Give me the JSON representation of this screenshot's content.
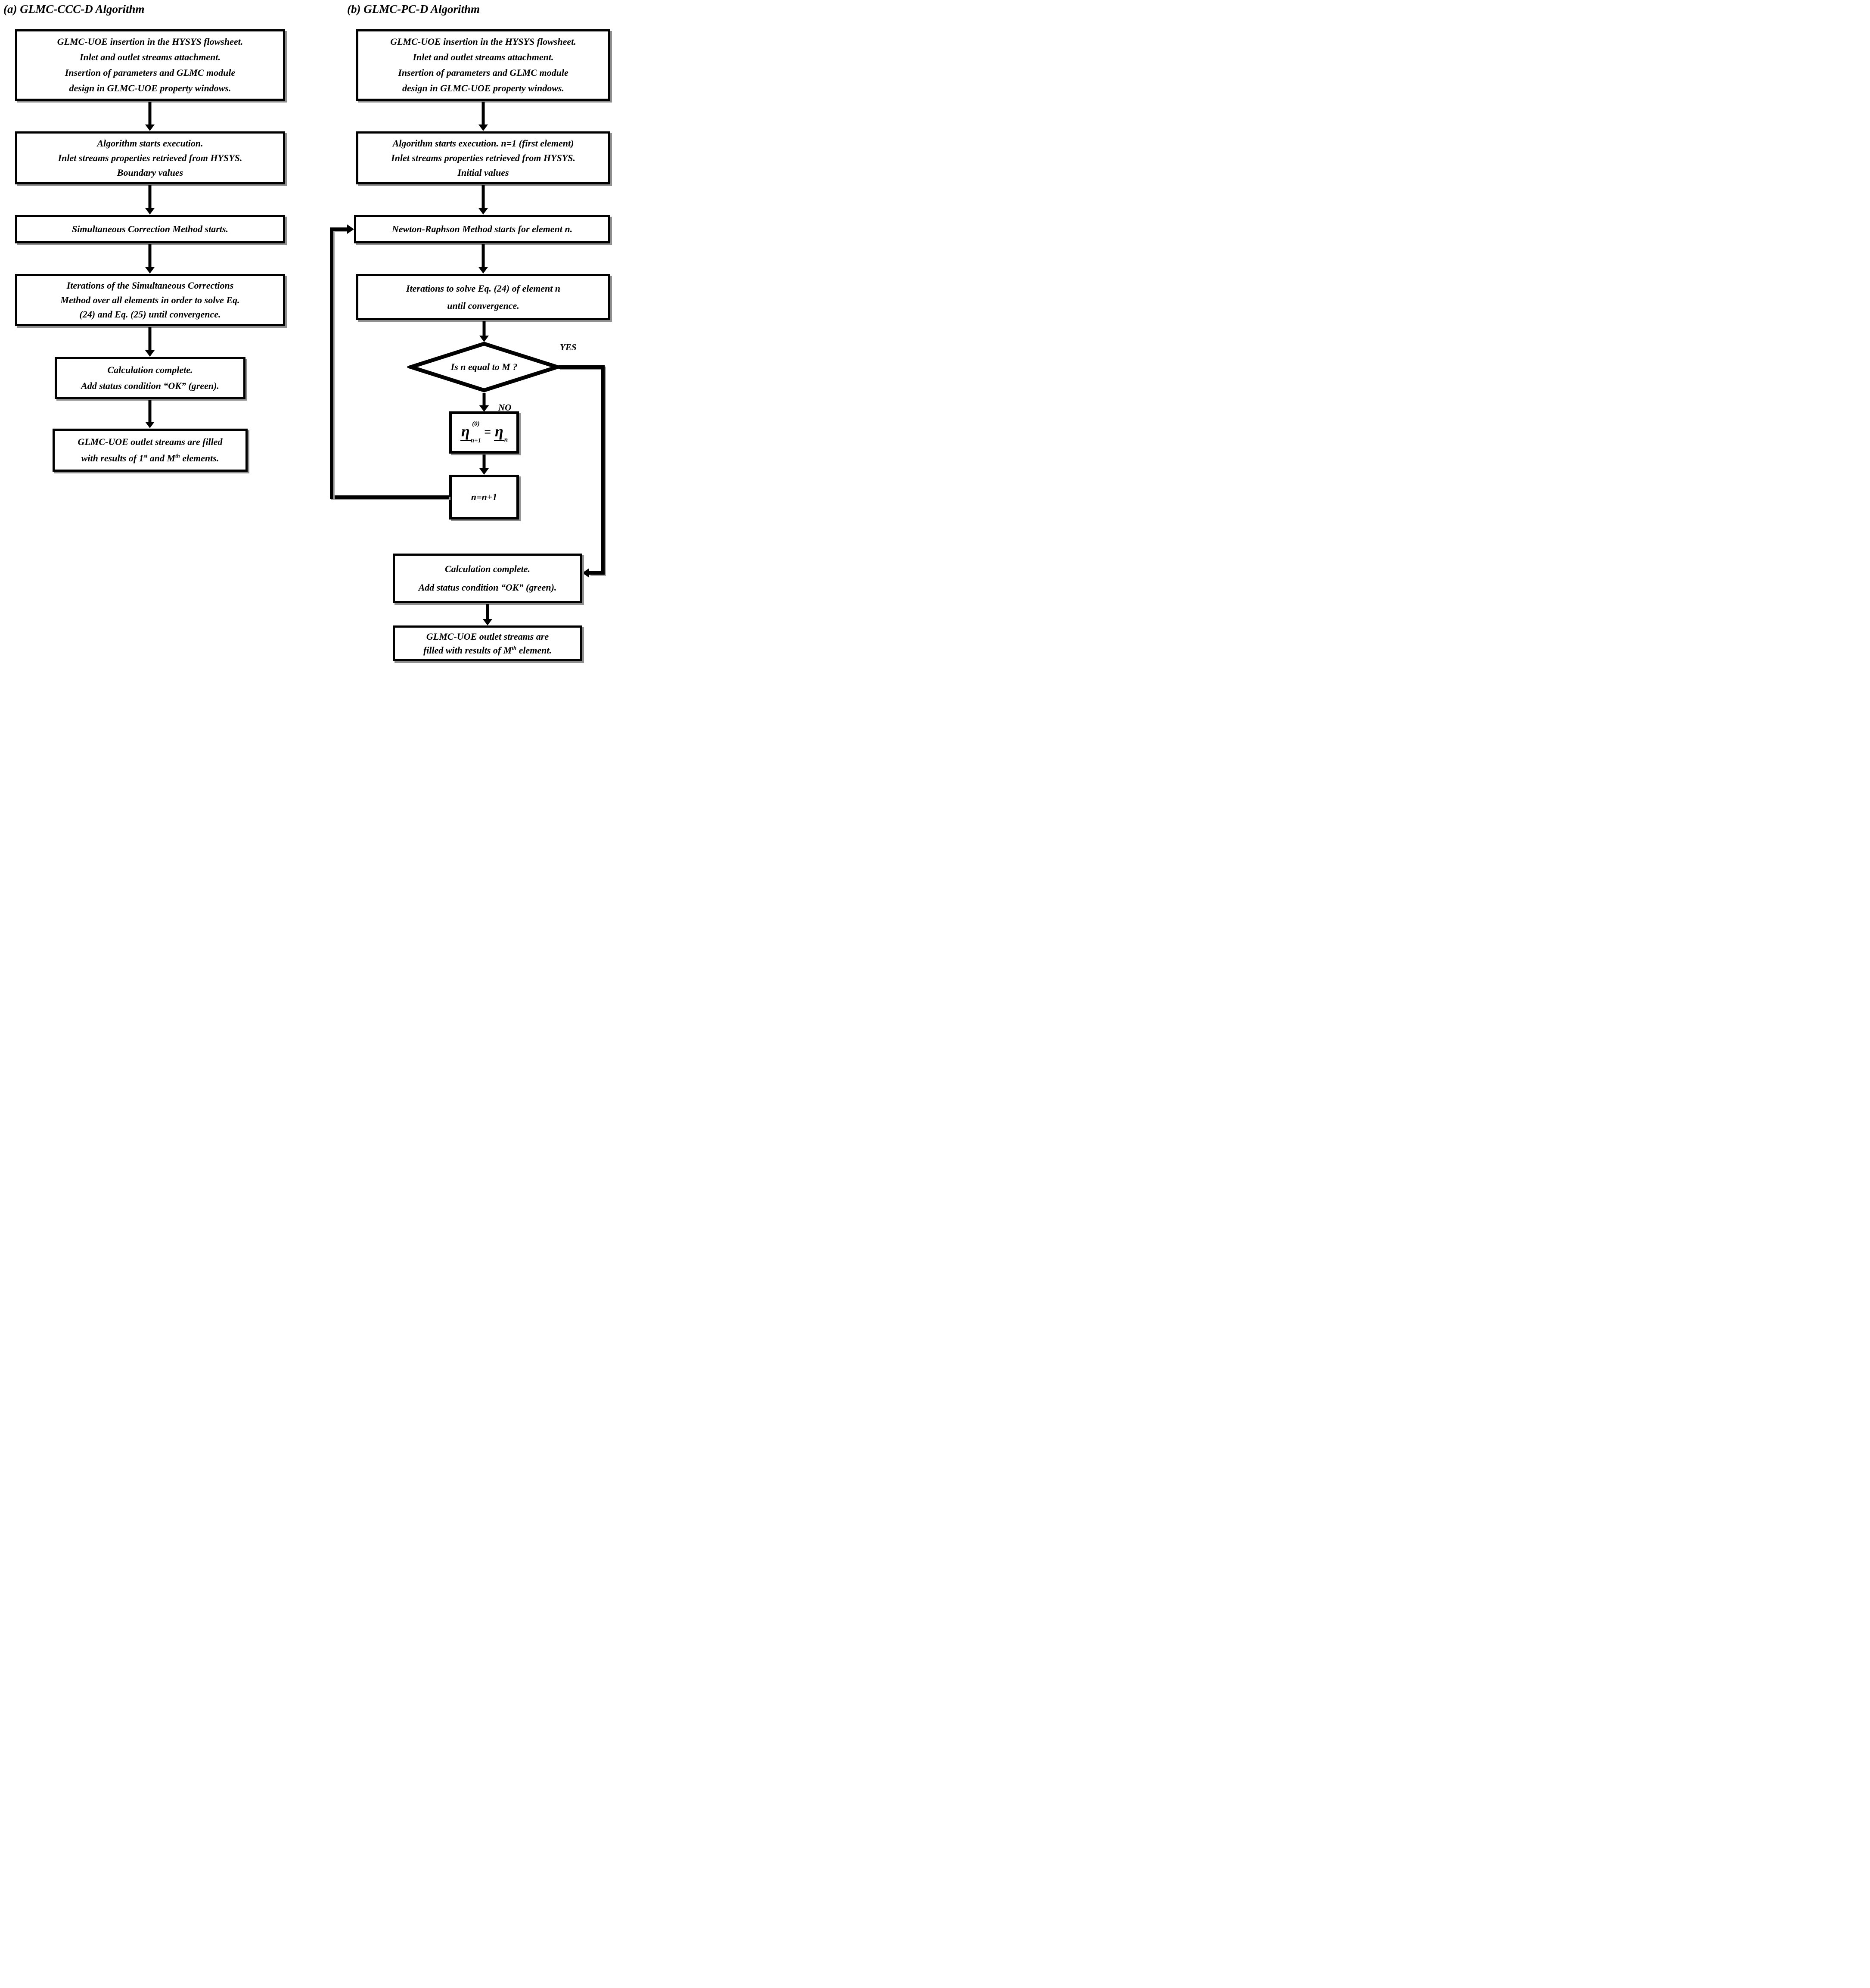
{
  "titles": {
    "a": "(a) GLMC-CCC-D Algorithm",
    "b": "(b) GLMC-PC-D Algorithm"
  },
  "colors": {
    "ink": "#000000",
    "paper": "#ffffff",
    "shadow": "#8f8f8f"
  },
  "left": {
    "box1": {
      "lines": [
        "GLMC-UOE insertion in the HYSYS flowsheet.",
        "Inlet and outlet streams attachment.",
        "Insertion of parameters and GLMC module",
        "design in GLMC-UOE property windows."
      ]
    },
    "box2": {
      "lines": [
        "Algorithm starts execution.",
        "Inlet streams properties retrieved from HYSYS.",
        "Boundary values"
      ]
    },
    "box3": {
      "lines": [
        "Simultaneous Correction Method starts."
      ]
    },
    "box4": {
      "lines": [
        "Iterations of the Simultaneous Corrections",
        "Method over all elements in order to solve Eq.",
        "(24) and Eq. (25) until convergence."
      ]
    },
    "box5": {
      "lines": [
        "Calculation complete.",
        "Add status condition “OK” (green)."
      ]
    },
    "box6": {
      "line1": "GLMC-UOE outlet streams are filled",
      "line2": {
        "t1": "with results of 1",
        "sup1": "st",
        "t2": " and M",
        "sup2": "th",
        "t3": " elements."
      }
    }
  },
  "right": {
    "box1": {
      "lines": [
        "GLMC-UOE insertion in the HYSYS flowsheet.",
        "Inlet and outlet streams attachment.",
        "Insertion of parameters and GLMC module",
        "design in GLMC-UOE property windows."
      ]
    },
    "box2": {
      "lines": [
        "Algorithm starts execution. n=1 (first element)",
        "Inlet streams properties retrieved from HYSYS.",
        "Initial values"
      ]
    },
    "box3": {
      "lines": [
        "Newton-Raphson Method starts for element n."
      ]
    },
    "box4": {
      "lines": [
        "Iterations to solve Eq. (24) of element n",
        "until convergence."
      ]
    },
    "decision": {
      "question": "Is n equal to M ?",
      "yes_label": "YES",
      "no_label": "NO"
    },
    "formula": {
      "eta1": "η",
      "sup1": "(0)",
      "sub1": "n+1",
      "equals": "=",
      "eta2": "η",
      "sub2": "n"
    },
    "increment": "n=n+1",
    "box5": {
      "lines": [
        "Calculation complete.",
        "Add status condition “OK” (green)."
      ]
    },
    "box6": {
      "line1": "GLMC-UOE outlet streams are",
      "line2": {
        "t1": "filled with results of M",
        "sup1": "th",
        "t2": " element."
      }
    }
  }
}
